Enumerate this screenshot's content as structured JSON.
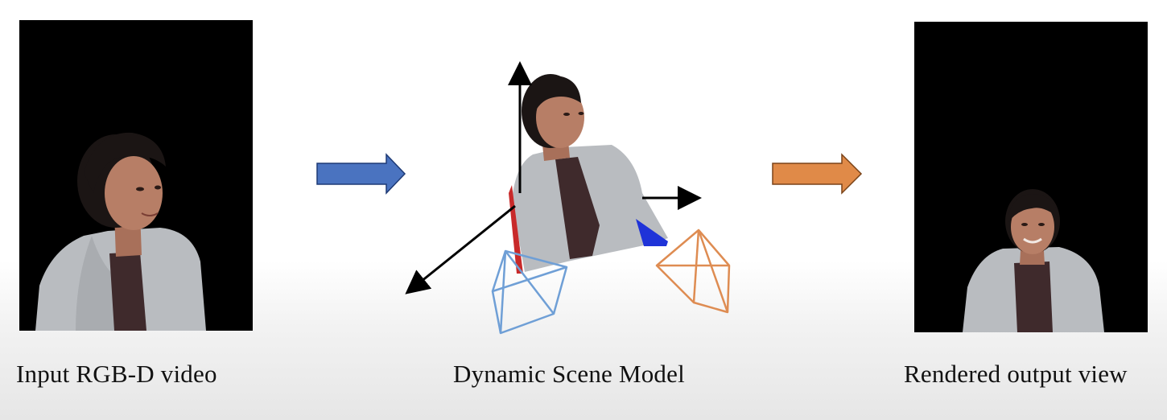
{
  "captions": {
    "input": "Input RGB-D video",
    "model": "Dynamic Scene Model",
    "output": "Rendered output view"
  },
  "colors": {
    "blue_arrow": "#4a73c0",
    "orange_arrow": "#e08a48",
    "blue_camera": "#6f9fd6",
    "orange_camera": "#de8c52",
    "hoodie": "#b9bcc0",
    "shirt": "#3f2a2c",
    "skin": "#b77e66",
    "hair": "#1b1514"
  },
  "icons": [
    "person-figure",
    "axis-arrow",
    "camera-frustum-icon",
    "flow-arrow"
  ]
}
